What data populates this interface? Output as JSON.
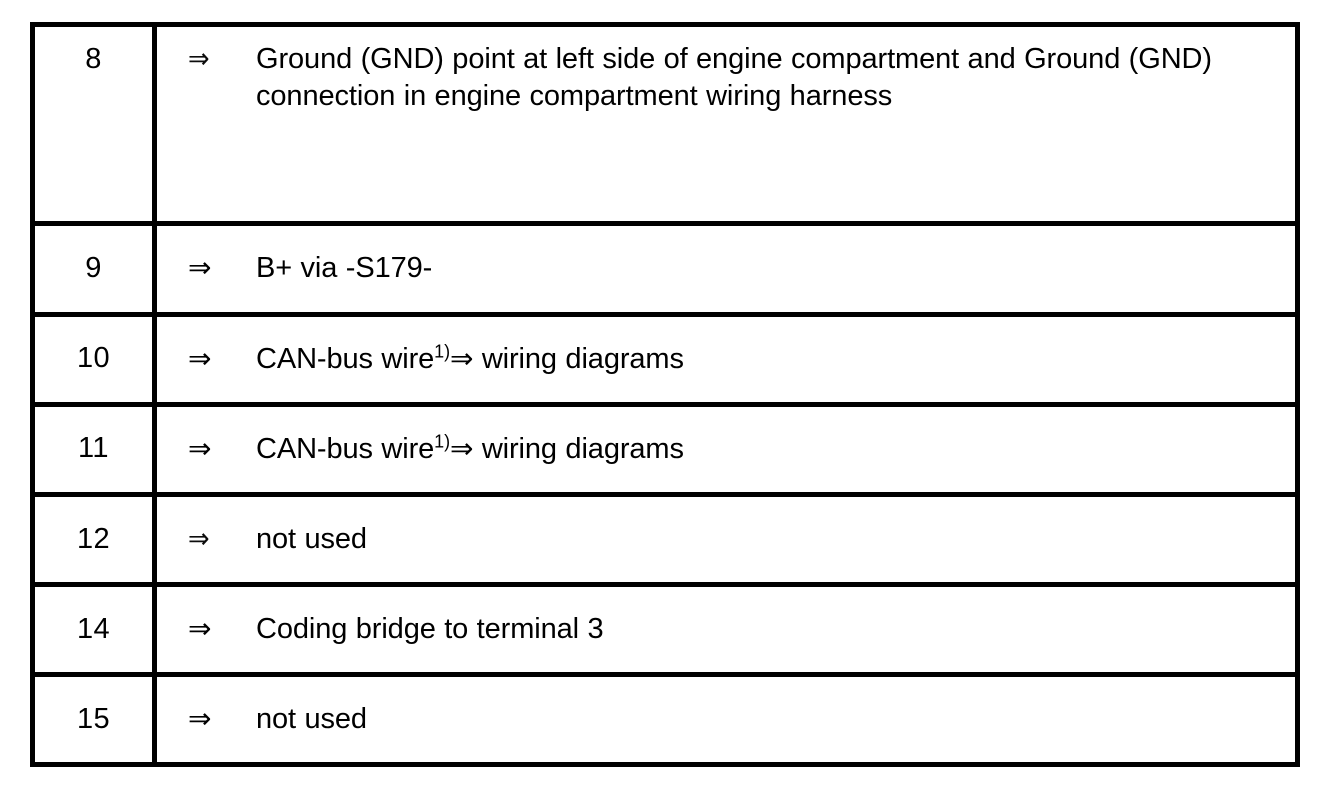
{
  "document": {
    "type": "connector-terminal-assignment-table",
    "columns": [
      "",
      ""
    ],
    "arrow_glyph": "⇒",
    "footnote_marker": "1)",
    "background_color": "#ffffff",
    "text_color": "#000000",
    "border_color": "#000000"
  },
  "rows": [
    {
      "number": "8",
      "arrow": "⇒",
      "arrow_style": "degraded",
      "lines": [
        "Ground (GND) point at left side of engine compartment and Ground (GND)",
        "connection in engine compartment wiring harness"
      ],
      "text": "Ground (GND) point at left side of engine compartment and Ground (GND) connection in engine compartment wiring harness",
      "align": "top",
      "has_footnote": false
    },
    {
      "number": "9",
      "arrow": "⇒",
      "arrow_style": "normal",
      "lines": [
        "B+ via -S179-"
      ],
      "text": "B+ via -S179-",
      "align": "middle",
      "has_footnote": false
    },
    {
      "number": "10",
      "arrow": "⇒",
      "arrow_style": "normal",
      "text_before_footnote": "CAN-bus wire",
      "footnote": "1)",
      "inline_arrow": "⇒",
      "text_after_footnote": " wiring diagrams",
      "text": "CAN-bus wire1)⇒ wiring diagrams",
      "align": "middle",
      "has_footnote": true
    },
    {
      "number": "11",
      "arrow": "⇒",
      "arrow_style": "normal",
      "text_before_footnote": "CAN-bus wire",
      "footnote": "1)",
      "inline_arrow": "⇒",
      "text_after_footnote": " wiring diagrams",
      "text": "CAN-bus wire1)⇒ wiring diagrams",
      "align": "middle",
      "has_footnote": true
    },
    {
      "number": "12",
      "arrow": "⇒",
      "arrow_style": "degraded",
      "lines": [
        "not used"
      ],
      "text": "not used",
      "align": "middle",
      "has_footnote": false
    },
    {
      "number": "14",
      "arrow": "⇒",
      "arrow_style": "normal",
      "lines": [
        "Coding bridge to terminal 3"
      ],
      "text": "Coding bridge to terminal 3",
      "align": "middle",
      "has_footnote": false
    },
    {
      "number": "15",
      "arrow": "⇒",
      "arrow_style": "normal",
      "lines": [
        "not used"
      ],
      "text": "not used",
      "align": "middle",
      "has_footnote": false
    }
  ]
}
